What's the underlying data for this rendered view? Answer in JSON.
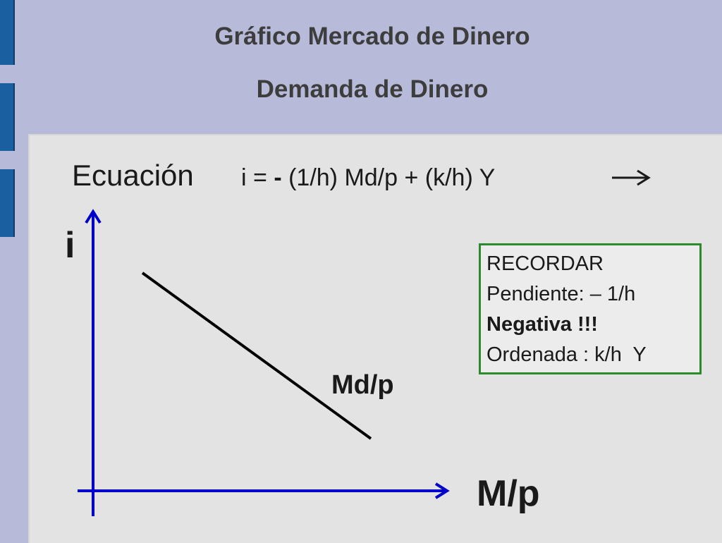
{
  "slide": {
    "title": "Gráfico Mercado de Dinero",
    "subtitle": "Demanda de Dinero",
    "equation_label": "Ecuación",
    "equation": {
      "part1": "i = ",
      "minus": "-",
      "part2": " (1/h) Md/p + (k/h) Y"
    }
  },
  "diagram": {
    "y_axis_label": "i",
    "x_axis_label": "M/p",
    "curve_label": "Md/p",
    "axis_color": "#0000cc",
    "curve_color": "#000000"
  },
  "note": {
    "line1": "RECORDAR",
    "line2": "Pendiente: – 1/h",
    "line3": "Negativa !!!",
    "line4": "Ordenada : k/h  Y",
    "border_color": "#2c8a2c"
  }
}
